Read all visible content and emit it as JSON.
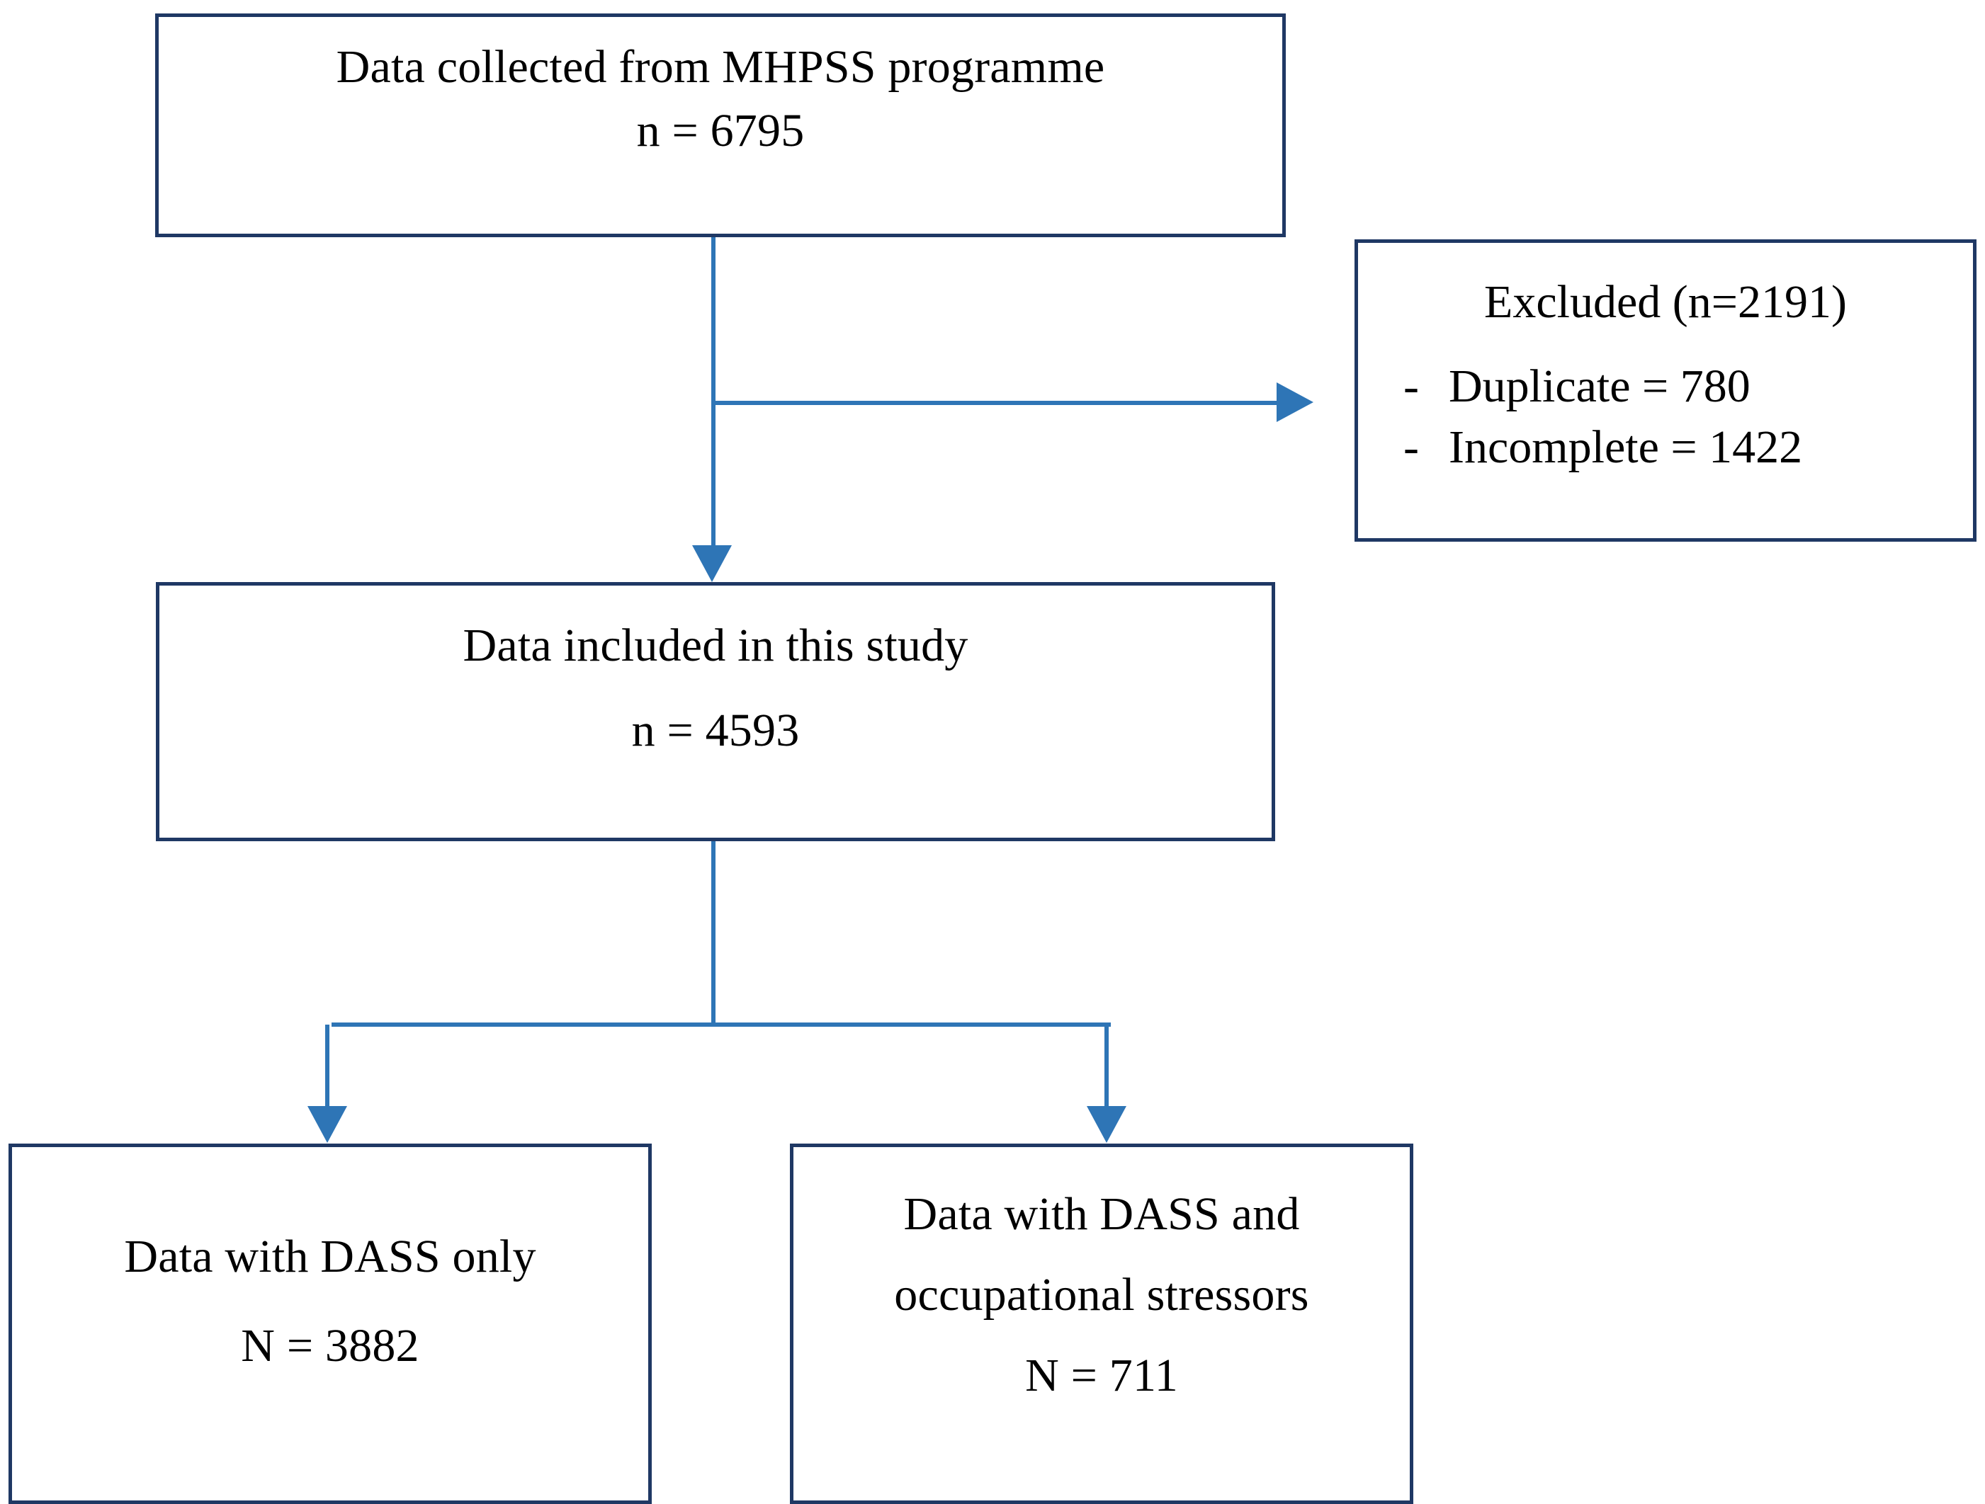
{
  "diagram": {
    "type": "flowchart",
    "title": "Study data flow diagram",
    "accent_color": "#2e75b6",
    "box_border_color": "#1f3864",
    "background_color": "#ffffff",
    "nodes": {
      "source": {
        "line1": "Data collected from MHPSS programme",
        "line2": "n = 6795"
      },
      "excluded": {
        "header": "Excluded (n=2191)",
        "bullets": [
          {
            "dash": "-",
            "text": "Duplicate = 780"
          },
          {
            "dash": "-",
            "text": "Incomplete = 1422"
          }
        ]
      },
      "included": {
        "line1": "Data included in this study",
        "line2": "n = 4593"
      },
      "dass_only": {
        "line1": "Data with DASS only",
        "line2": "N = 3882"
      },
      "dass_occupational": {
        "line1": "Data with DASS and",
        "line2": "occupational stressors",
        "line3": "N = 711"
      }
    }
  }
}
